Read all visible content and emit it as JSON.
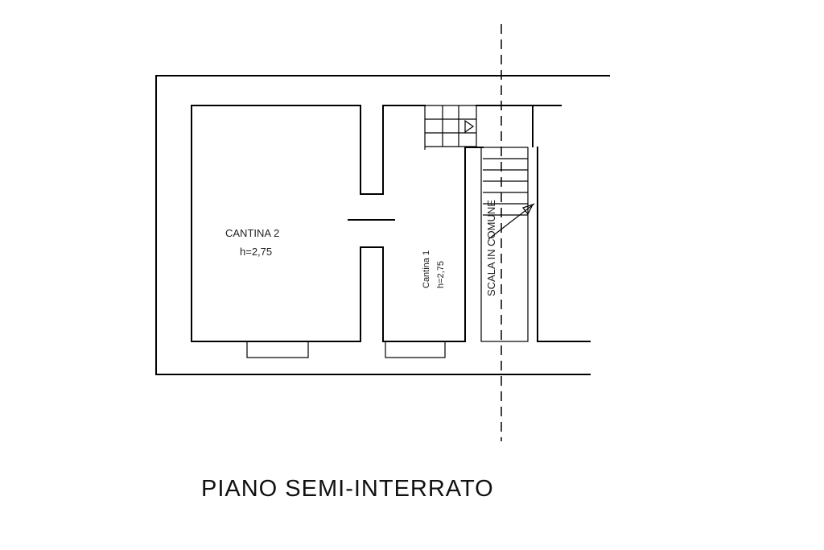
{
  "plan": {
    "title": "PIANO SEMI-INTERRATO",
    "rooms": [
      {
        "id": "cantina-2",
        "name": "CANTINA 2",
        "height": "h=2,75"
      },
      {
        "id": "cantina-1",
        "name": "Cantina 1",
        "height": "h=2,75"
      },
      {
        "id": "scala",
        "name": "SCALA IN COMUNE"
      }
    ]
  }
}
